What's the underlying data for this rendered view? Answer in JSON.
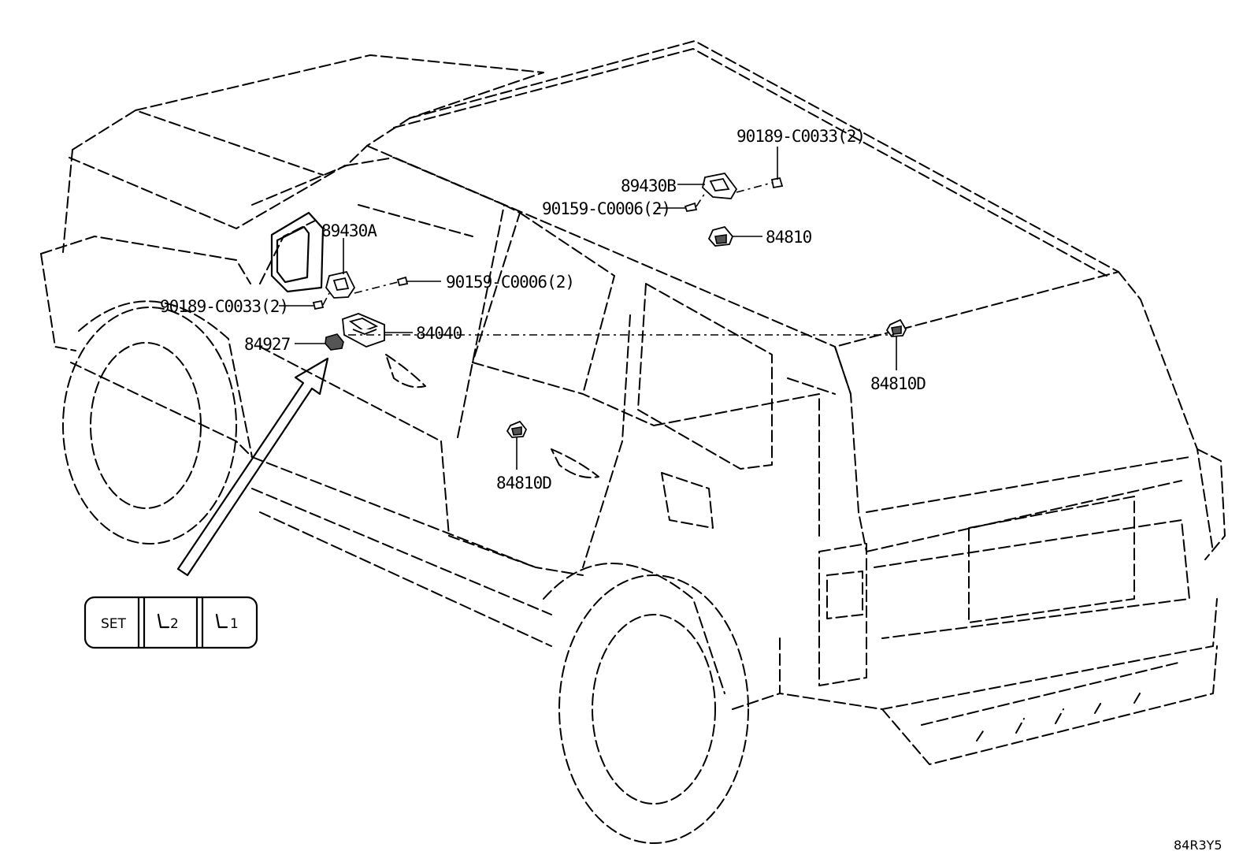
{
  "labels": {
    "l1": "90189-C0033(2)",
    "l2": "89430B",
    "l3": "90159-C0006(2)",
    "l4": "84810",
    "l5": "89430A",
    "l6": "90159-C0006(2)",
    "l7": "90189-C0033(2)",
    "l8": "84040",
    "l9": "84927",
    "l10": "84810D",
    "l11": "84810D"
  },
  "switch_panel": {
    "set": "SET",
    "mem2": "2",
    "mem1": "1"
  },
  "diagram_code": "84R3Y5"
}
